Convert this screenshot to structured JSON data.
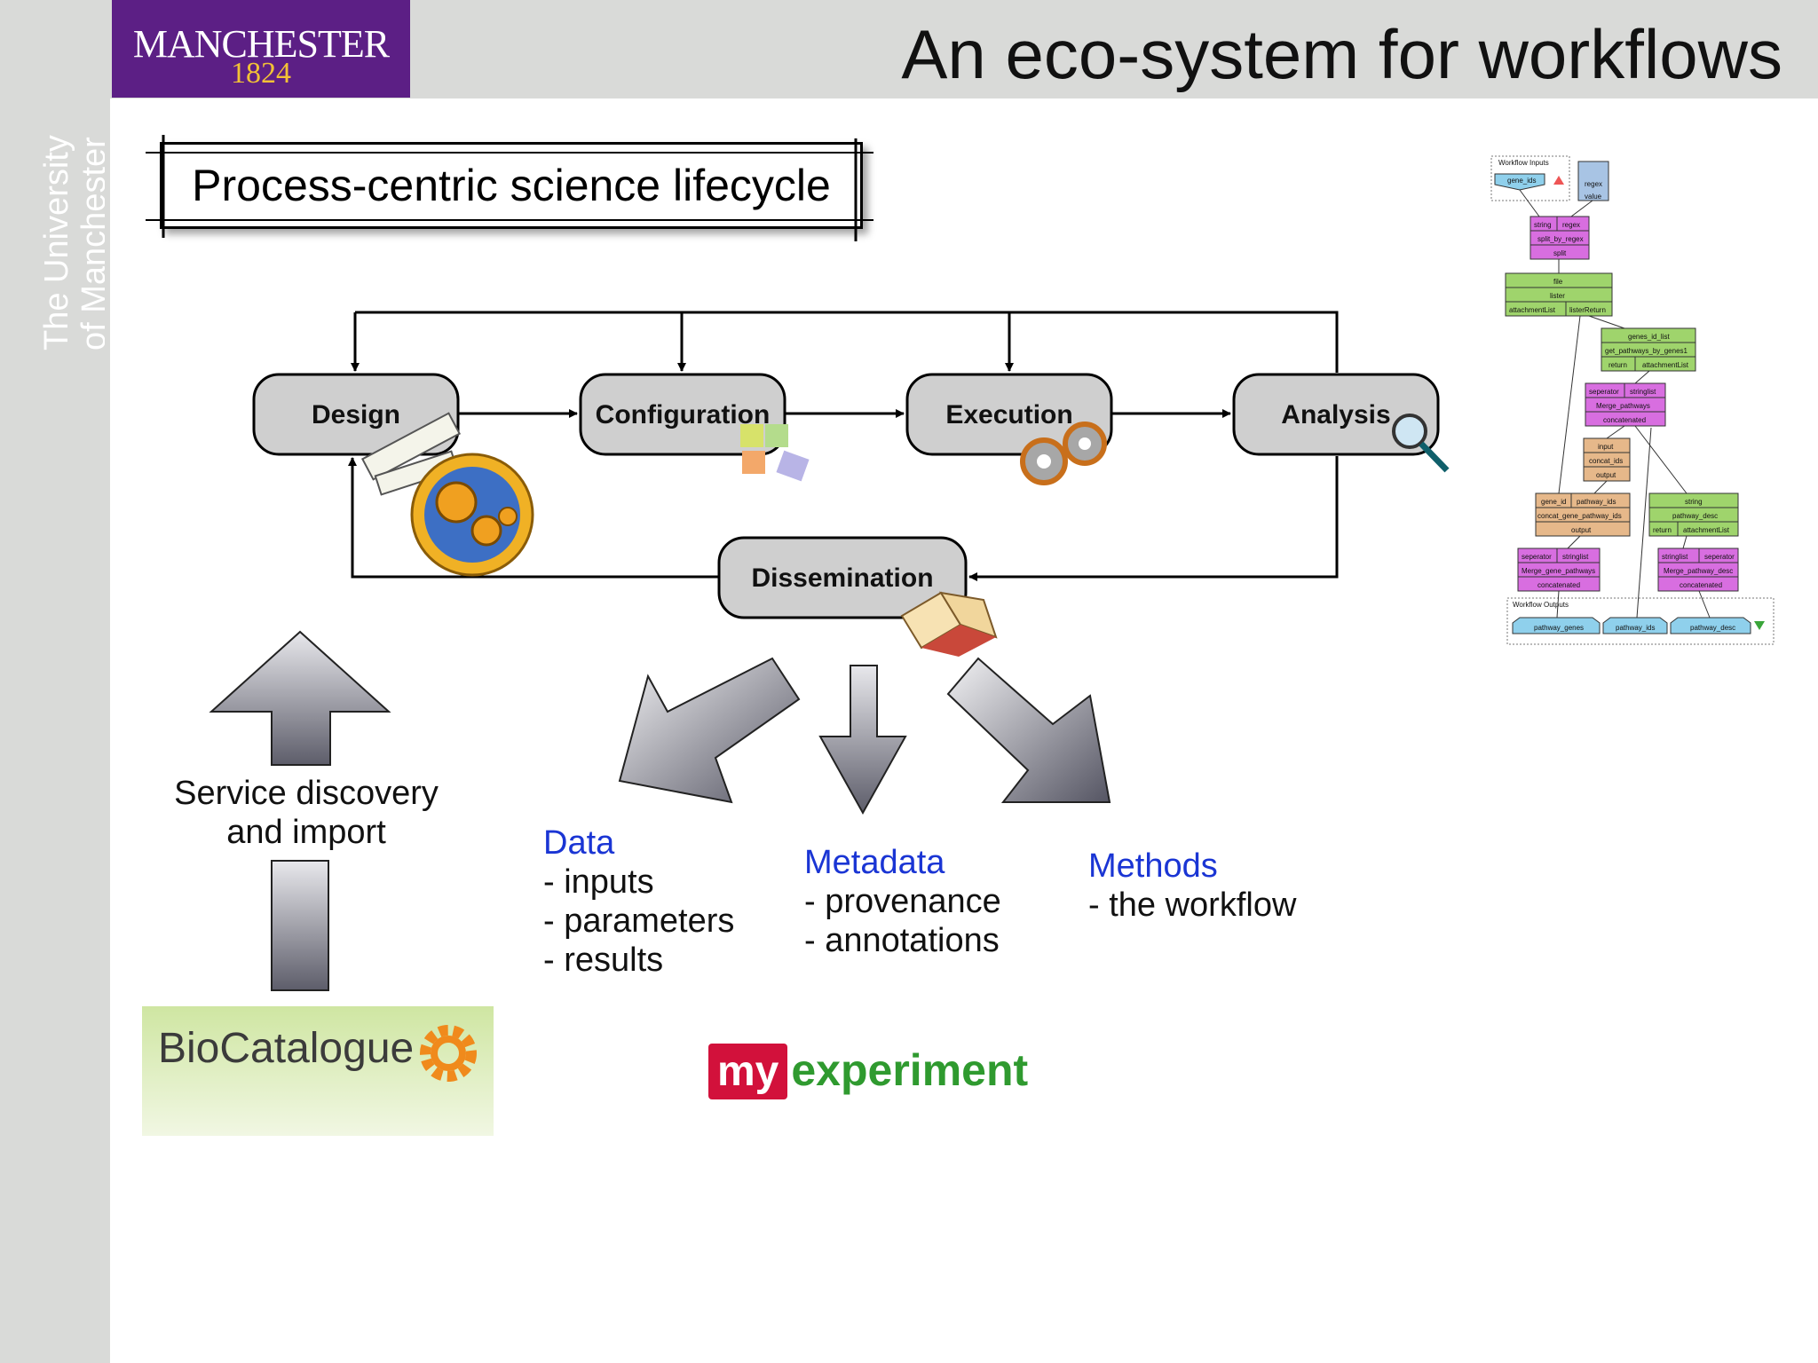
{
  "logo": {
    "name": "MANCHESTER",
    "year": "1824"
  },
  "sidebar": {
    "line1": "The University",
    "line2": "of Manchester"
  },
  "slide_title": "An eco-system for workflows",
  "lifecycle_title": "Process-centric science lifecycle",
  "stages": {
    "design": "Design",
    "configuration": "Configuration",
    "execution": "Execution",
    "analysis": "Analysis",
    "dissemination": "Dissemination"
  },
  "discovery": {
    "line1": "Service discovery",
    "line2": "and import"
  },
  "outputs": {
    "data": {
      "heading": "Data",
      "items": [
        "- inputs",
        "- parameters",
        "- results"
      ]
    },
    "metadata": {
      "heading": "Metadata",
      "items": [
        "- provenance",
        "- annotations"
      ]
    },
    "methods": {
      "heading": "Methods",
      "items": [
        "- the workflow"
      ]
    }
  },
  "biocatalogue": {
    "text": "BioCatalogue"
  },
  "myexperiment": {
    "my": "my",
    "experiment": "experiment"
  },
  "workflow": {
    "inputs_label": "Workflow Inputs",
    "outputs_label": "Workflow Outputs",
    "input_port": "gene_ids",
    "regex_label": "regex",
    "regex_value": "value",
    "split": {
      "top": [
        "string",
        "regex"
      ],
      "name": "split_by_regex",
      "out": "split"
    },
    "lister": {
      "top": "file",
      "name": "lister",
      "out": [
        "attachmentList",
        "listerReturn"
      ]
    },
    "genes_list": {
      "top": "genes_id_list",
      "name": "get_pathways_by_genes1",
      "out": [
        "return",
        "attachmentList"
      ]
    },
    "merge_pathways": {
      "top": [
        "seperator",
        "stringlist"
      ],
      "name": "Merge_pathways",
      "out": "concatenated"
    },
    "concat_ids": {
      "top": "input",
      "name": "concat_ids",
      "out": "output"
    },
    "concat_gene": {
      "top": [
        "gene_id",
        "pathway_ids"
      ],
      "name": "concat_gene_pathway_ids",
      "out": "output"
    },
    "pathway_desc": {
      "top": "string",
      "name": "pathway_desc",
      "out": [
        "return",
        "attachmentList"
      ]
    },
    "merge_genes": {
      "top": [
        "seperator",
        "stringlist"
      ],
      "name": "Merge_gene_pathways",
      "out": "concatenated"
    },
    "merge_desc": {
      "top": [
        "stringlist",
        "seperator"
      ],
      "name": "Merge_pathway_desc",
      "out": "concatenated"
    },
    "outputs": [
      "pathway_genes",
      "pathway_ids",
      "pathway_desc"
    ]
  },
  "colors": {
    "purple": "#5c1f85",
    "gold": "#f2c236",
    "link_blue": "#1a35d4",
    "stage_fill": "#cfcfcf",
    "wf_purple": "#d86ee0",
    "wf_green": "#9fd46c",
    "wf_orange": "#e6b88a",
    "wf_blue": "#8fd0ec"
  }
}
